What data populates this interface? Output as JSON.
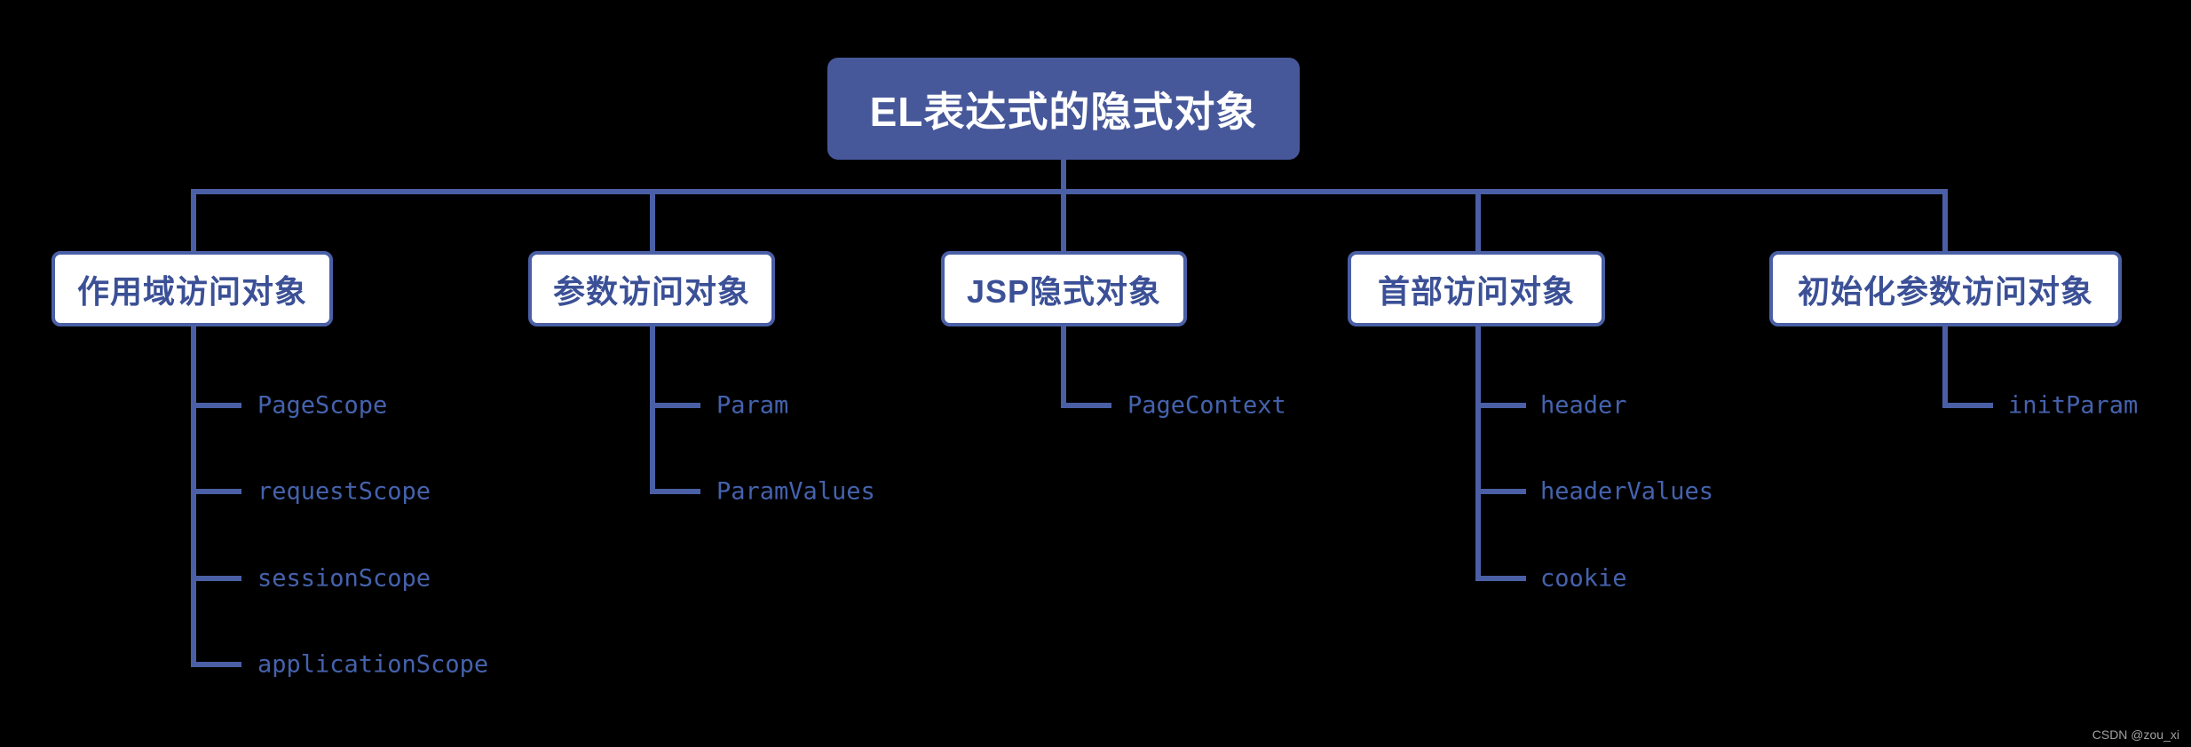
{
  "root": {
    "label": "EL表达式的隐式对象"
  },
  "branches": [
    {
      "label": "作用域访问对象",
      "leaves": [
        "PageScope",
        "requestScope",
        "sessionScope",
        "applicationScope"
      ]
    },
    {
      "label": "参数访问对象",
      "leaves": [
        "Param",
        "ParamValues"
      ]
    },
    {
      "label": "JSP隐式对象",
      "leaves": [
        "PageContext"
      ]
    },
    {
      "label": "首部访问对象",
      "leaves": [
        "header",
        "headerValues",
        "cookie"
      ]
    },
    {
      "label": "初始化参数访问对象",
      "leaves": [
        "initParam"
      ]
    }
  ],
  "watermark": "CSDN @zou_xi",
  "colors": {
    "background": "#000000",
    "root_fill": "#47589a",
    "root_text": "#ffffff",
    "branch_fill": "#ffffff",
    "branch_border": "#4a5fa5",
    "branch_text": "#3b5096",
    "connector": "#4a5fa5",
    "leaf_text": "#4562ad",
    "watermark_text": "#a0a0a0"
  }
}
